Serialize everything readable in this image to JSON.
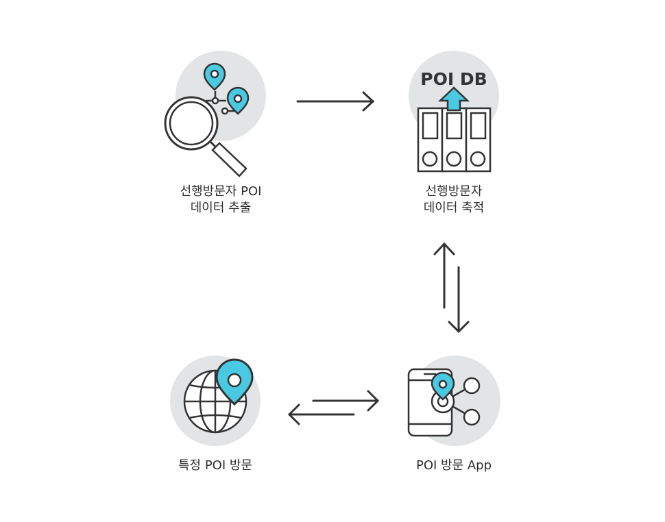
{
  "nodes": {
    "extract": {
      "line1": "선행방문자 POI",
      "line2": "데이터 추출",
      "icon": "magnifier-pin-icon"
    },
    "accumulate": {
      "line1": "선행방문자",
      "line2": "데이터 축적",
      "icon": "database-binders-icon",
      "badge": "POI DB"
    },
    "app": {
      "line1": "POI 방문 App",
      "icon": "phone-share-icon"
    },
    "visit": {
      "line1": "특정 POI 방문",
      "icon": "globe-pin-icon"
    }
  },
  "colors": {
    "accent": "#4ac9e3",
    "circle": "#e3e4e6",
    "stroke": "#333333"
  }
}
